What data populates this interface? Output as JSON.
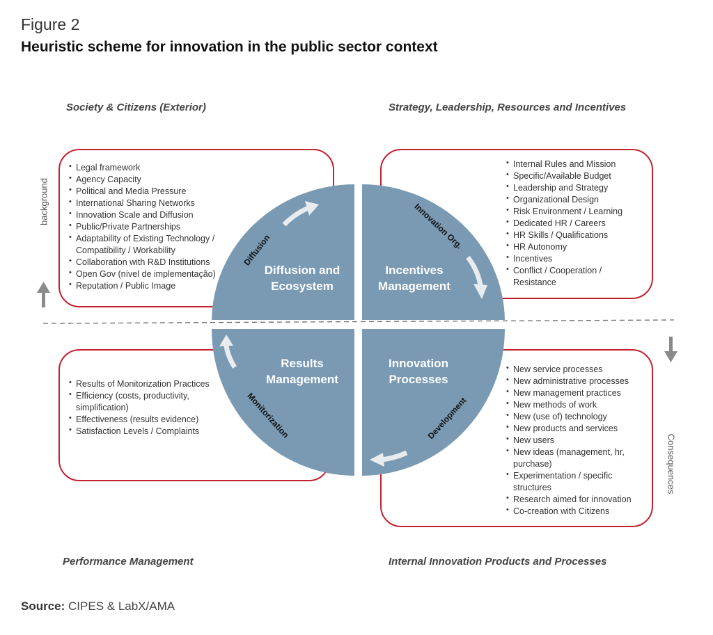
{
  "figure_label": "Figure 2",
  "title": "Heuristic scheme for innovation in the public sector context",
  "quadrant_titles": {
    "top_left": "Society & Citizens (Exterior)",
    "top_right": "Strategy, Leadership, Resources and Incentives",
    "bottom_left": "Performance Management",
    "bottom_right": "Internal Innovation Products and Processes"
  },
  "side_labels": {
    "left": "background",
    "right": "Consequences"
  },
  "circle": {
    "top_left": {
      "line1": "Diffusion and",
      "line2": "Ecosystem"
    },
    "top_right": {
      "line1": "Incentives",
      "line2": "Management"
    },
    "bottom_left": {
      "line1": "Results",
      "line2": "Management"
    },
    "bottom_right": {
      "line1": "Innovation",
      "line2": "Processes"
    }
  },
  "arc_labels": {
    "diffusion": "Diffusion",
    "innovation_org": "Innovation Org.",
    "development": "Development",
    "monitorization": "Monitorization"
  },
  "lists": {
    "top_left": [
      [
        "Legal framework"
      ],
      [
        "Agency Capacity"
      ],
      [
        "Political and Media Pressure"
      ],
      [
        "International Sharing Networks"
      ],
      [
        "Innovation Scale and Diffusion"
      ],
      [
        "Public/Private Partnerships"
      ],
      [
        "Adaptability of Existing Technology /",
        "Compatibility / Workability"
      ],
      [
        "Collaboration with R&D Institutions"
      ],
      [
        "Open Gov (nível de implementação)"
      ],
      [
        "Reputation / Public Image"
      ]
    ],
    "top_right": [
      [
        "Internal Rules and Mission"
      ],
      [
        "Specific/Available Budget"
      ],
      [
        "Leadership and Strategy"
      ],
      [
        "Organizational Design"
      ],
      [
        "Risk Environment / Learning"
      ],
      [
        "Dedicated HR / Careers"
      ],
      [
        "HR Skills / Qualifications"
      ],
      [
        "HR Autonomy"
      ],
      [
        "Incentives"
      ],
      [
        "Conflict / Cooperation /",
        " Resistance"
      ]
    ],
    "bottom_left": [
      [
        "Results of Monitorization Practices"
      ],
      [
        "Efficiency (costs, productivity,",
        "simplification)"
      ],
      [
        "Effectiveness (results evidence)"
      ],
      [
        "Satisfaction Levels / Complaints"
      ]
    ],
    "bottom_right": [
      [
        "New service processes"
      ],
      [
        "New administrative processes"
      ],
      [
        "New management practices"
      ],
      [
        "New methods of work"
      ],
      [
        "New (use of) technology"
      ],
      [
        "New products and services"
      ],
      [
        "New users"
      ],
      [
        "New ideas (management, hr,",
        "purchase)"
      ],
      [
        "Experimentation / specific",
        "structures"
      ],
      [
        "Research aimed for innovation"
      ],
      [
        "Co-creation  with Citizens"
      ]
    ]
  },
  "source": {
    "label": "Source:",
    "text": " CIPES & LabX/AMA"
  },
  "colors": {
    "box_border": "#c5202f",
    "circle_fill": "#7a9ab3",
    "arrow": "#e8ecef",
    "side_arrow": "#8a8a8a"
  }
}
